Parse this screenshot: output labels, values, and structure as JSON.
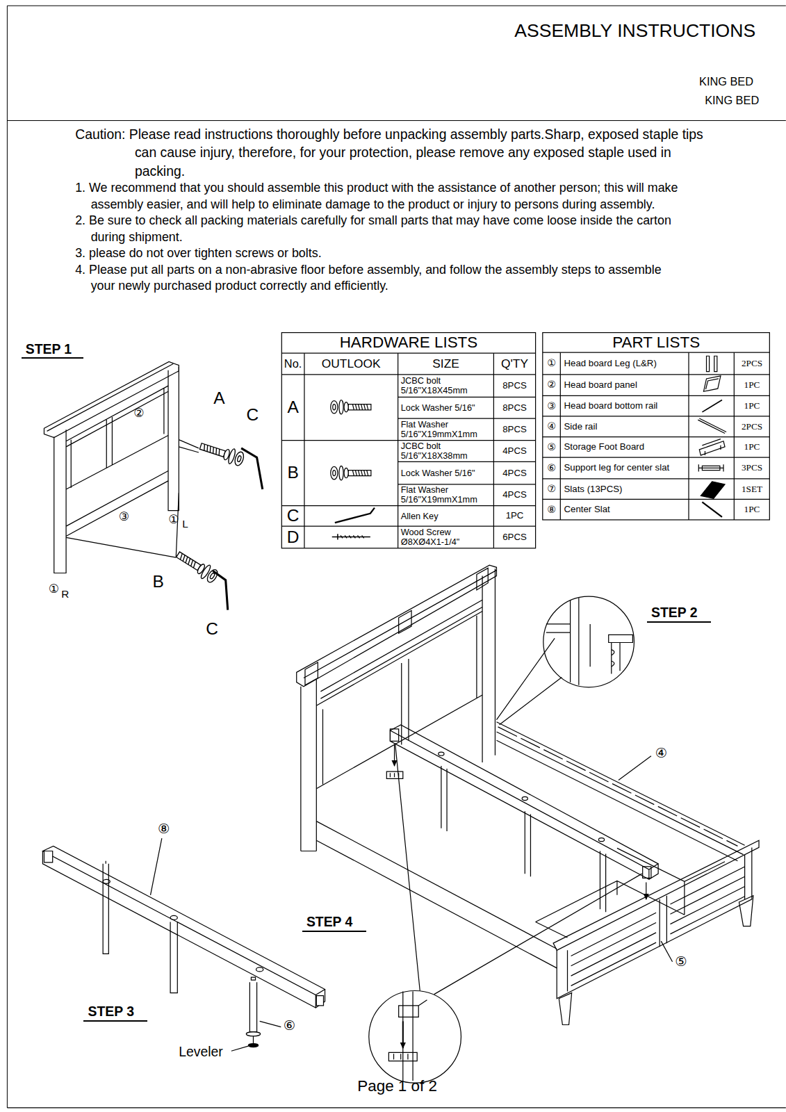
{
  "diagram": {
    "title": "ASSEMBLY INSTRUCTIONS",
    "caption": "Page 1 of 2",
    "labels": [
      "KING BED",
      "KING BED",
      "Caution: Please read instructions thoroughly before unpacking assembly parts.Sharp, exposed staple tips can cause injury, therefore, for your protection, please remove any exposed staple used in packing.",
      "1. We recommend that you should assemble this product with the assistance of another person; this will make assembly easier, and will help to eliminate damage to the product or injury to persons during assembly.",
      "2. Be sure to check all packing materials carefully for small parts that may have come loose inside the carton during shipment.",
      "3. please do not over tighten screws or bolts.",
      "4. Please put all parts on a non-abrasive floor before assembly, and follow the assembly steps to assemble your newly purchased product correctly and efficiently.",
      "STEP 1",
      "A",
      "C",
      "②",
      "③",
      "①",
      "L",
      "①",
      "R",
      "B",
      "C",
      "HARDWARE LISTS",
      "No.",
      "OUTLOOK",
      "SIZE",
      "Q'TY",
      "A",
      "JCBC bolt 5/16\"X18X45mm",
      "8PCS",
      "Lock Washer 5/16\"",
      "8PCS",
      "Flat Washer 5/16\"X19mmX1mm",
      "8PCS",
      "B",
      "JCBC bolt 5/16\"X18X38mm",
      "4PCS",
      "Lock Washer 5/16\"",
      "4PCS",
      "Flat Washer 5/16\"X19mmX1mm",
      "4PCS",
      "C",
      "Allen Key",
      "1PC",
      "D",
      "Wood Screw Ø8XØ4X1-1/4\"",
      "6PCS",
      "PART LISTS",
      "①",
      "Head board Leg (L&R)",
      "2PCS",
      "②",
      "Head board panel",
      "1PC",
      "③",
      "Head board bottom rail",
      "1PC",
      "④",
      "Side rail",
      "2PCS",
      "⑤",
      "Storage Foot Board",
      "1PC",
      "⑥",
      "Support leg for center slat",
      "3PCS",
      "⑦",
      "Slats (13PCS)",
      "1SET",
      "⑧",
      "Center Slat",
      "1PC",
      "STEP 2",
      "④",
      "⑧",
      "STEP 4",
      "⑤",
      "STEP 3",
      "⑥",
      "Leveler"
    ]
  }
}
